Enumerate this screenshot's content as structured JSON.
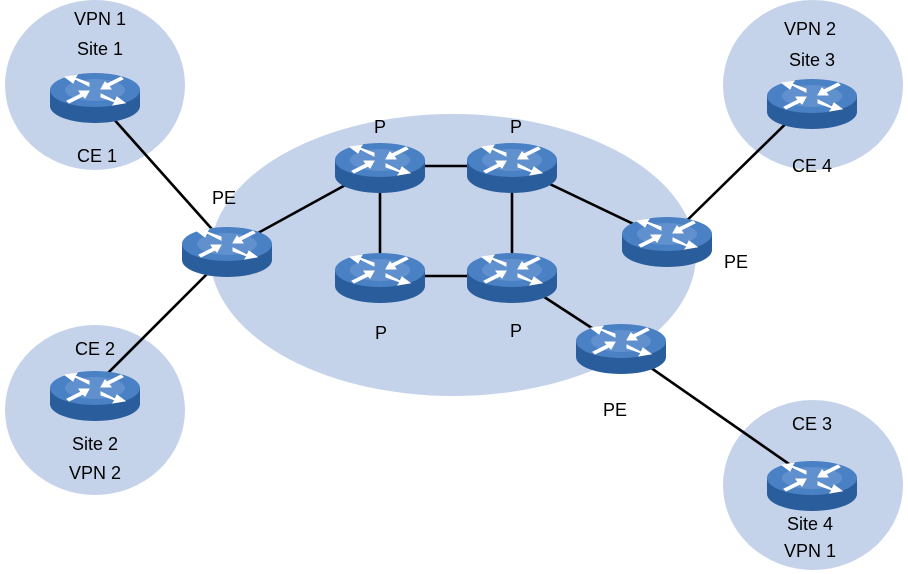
{
  "colors": {
    "region_fill": "#c5d3ea",
    "router_side": "#2a5d9c",
    "router_top": "#4a80c4",
    "router_top_center": "#8ab0e0",
    "router_arrow": "#ffffff",
    "link": "#000000",
    "text": "#000000"
  },
  "icons": {
    "router": "router-icon"
  },
  "nodes": {
    "pe_left": {
      "label": "PE"
    },
    "pe_top_right": {
      "label": "PE"
    },
    "pe_bottom": {
      "label": "PE"
    },
    "p_top_left": {
      "label": "P"
    },
    "p_top_right": {
      "label": "P"
    },
    "p_bottom_left": {
      "label": "P"
    },
    "p_bottom_right": {
      "label": "P"
    },
    "ce1": {
      "label": "CE 1"
    },
    "ce2": {
      "label": "CE 2"
    },
    "ce3": {
      "label": "CE 3"
    },
    "ce4": {
      "label": "CE 4"
    }
  },
  "sites": {
    "site1": {
      "vpn": "VPN 1",
      "site": "Site 1"
    },
    "site2": {
      "vpn": "VPN 2",
      "site": "Site 2"
    },
    "site3": {
      "vpn": "VPN 2",
      "site": "Site 3"
    },
    "site4": {
      "vpn": "VPN 1",
      "site": "Site 4"
    }
  }
}
